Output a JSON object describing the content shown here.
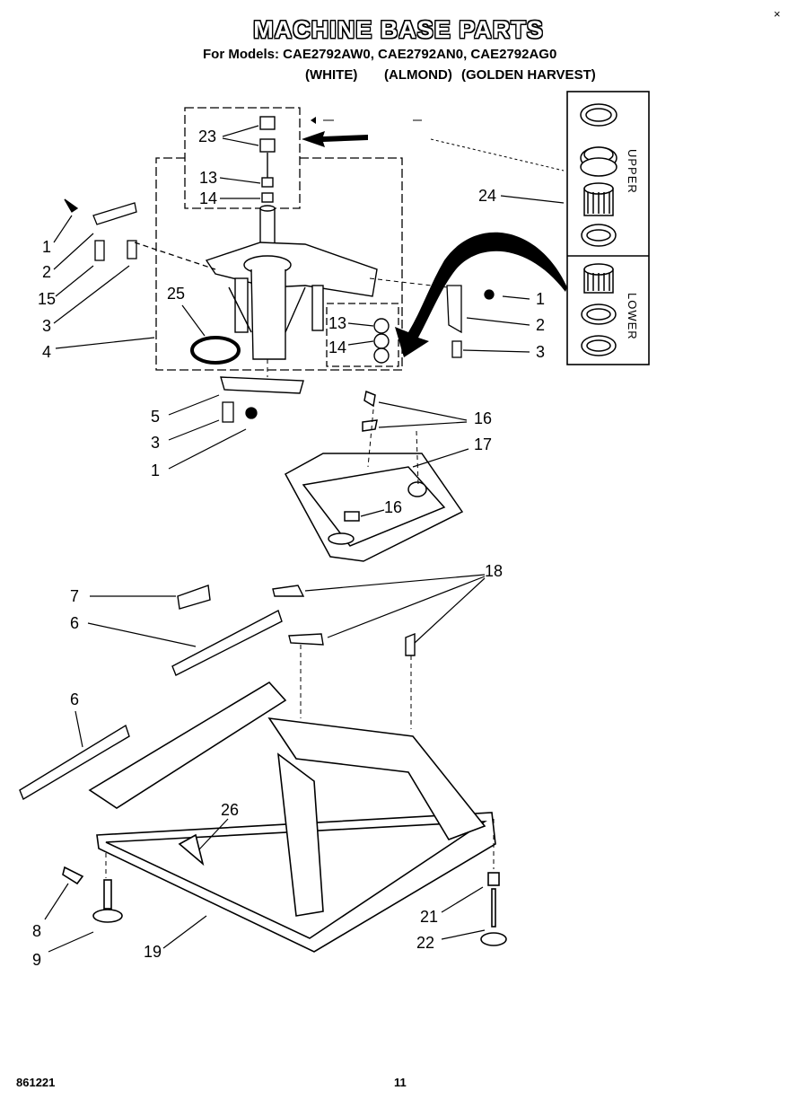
{
  "header": {
    "title": "MACHINE BASE PARTS",
    "models_line": "For Models: CAE2792AW0, CAE2792AN0, CAE2792AG0",
    "color_white": "(WHITE)",
    "color_almond": "(ALMOND)",
    "color_golden": "(GOLDEN HARVEST)"
  },
  "inset": {
    "upper": "UPPER",
    "lower": "LOWER"
  },
  "callouts": {
    "c23": "23",
    "c13a": "13",
    "c14a": "14",
    "c24": "24",
    "c1a": "1",
    "c2a": "2",
    "c15": "15",
    "c3a": "3",
    "c4": "4",
    "c25": "25",
    "c13b": "13",
    "c14b": "14",
    "c1b": "1",
    "c2b": "2",
    "c3b": "3",
    "c5": "5",
    "c3c": "3",
    "c1c": "1",
    "c16a": "16",
    "c17": "17",
    "c16b": "16",
    "c18": "18",
    "c7": "7",
    "c6a": "6",
    "c6b": "6",
    "c26": "26",
    "c8": "8",
    "c9": "9",
    "c19": "19",
    "c21": "21",
    "c22": "22"
  },
  "footer": {
    "code": "861221",
    "page": "11",
    "corner_mark": "×"
  }
}
